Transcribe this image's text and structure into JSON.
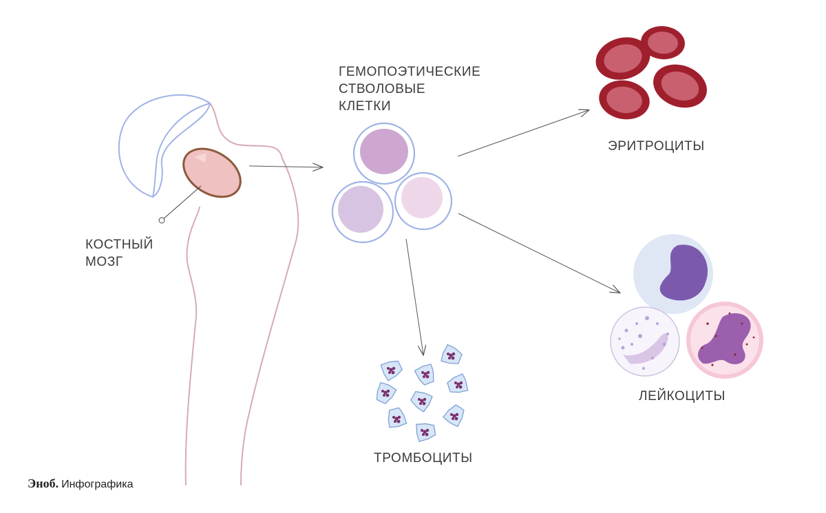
{
  "labels": {
    "marrow": [
      "КОСТНЫЙ",
      "МОЗГ"
    ],
    "stem_cells": [
      "ГЕМОПОЭТИЧЕСКИЕ",
      "СТВОЛОВЫЕ",
      "КЛЕТКИ"
    ],
    "erythrocytes": "ЭРИТРОЦИТЫ",
    "leukocytes": "ЛЕЙКОЦИТЫ",
    "platelets": "ТРОМБОЦИТЫ"
  },
  "brand": {
    "mark": "Эноб.",
    "text": "Инфографика"
  },
  "colors": {
    "bone_outline": "#d7aab4",
    "head_outline": "#9fb3e6",
    "marrow_fill": "#efc1c1",
    "marrow_ring": "#8c5a3c",
    "stem_ring": "#9fb3e6",
    "stem_nucleus_1": "#cda7cf",
    "stem_nucleus_2": "#d6c4e2",
    "stem_nucleus_3": "#efd7ea",
    "rbc_outer": "#a01f2d",
    "rbc_inner": "#c96070",
    "leuko_nucleus": "#7b5aae",
    "platelet_fill": "#d7e6f6",
    "platelet_dot": "#7a2f6e",
    "arrow": "#555555"
  },
  "icons": [
    "bone-icon",
    "stem-cell-icon",
    "erythrocyte-icon",
    "leukocyte-icon",
    "platelet-icon"
  ]
}
